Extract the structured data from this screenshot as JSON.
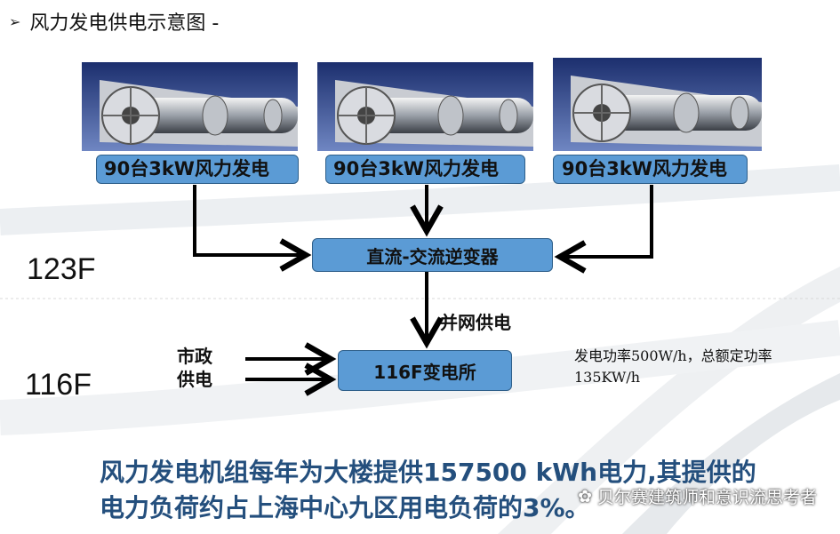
{
  "header": {
    "title": "风力发电供电示意图 -"
  },
  "generators": [
    {
      "label": "90台3kW风力发电",
      "turbine": "wind-turbine-image"
    },
    {
      "label": "90台3kW风力发电",
      "turbine": "wind-turbine-image"
    },
    {
      "label": "90台3kW风力发电",
      "turbine": "wind-turbine-image"
    }
  ],
  "nodes": {
    "inverter": "直流-交流逆变器",
    "substation": "116F变电所"
  },
  "edges": {
    "grid_label": "并网供电"
  },
  "floors": {
    "upper": "123F",
    "lower": "116F"
  },
  "municipal": {
    "line1": "市政",
    "line2": "供电"
  },
  "note": {
    "text": "发电功率500W/h，总额定功率135KW/h"
  },
  "summary": {
    "text": "风力发电机组每年为大楼提供157500 kWh电力,其提供的电力负荷约占上海中心九区用电负荷的3%。"
  },
  "watermark": {
    "text": "贝尔赛建筑师和意识流思考者"
  },
  "colors": {
    "box_fill": "#5b9bd5",
    "box_border": "#2e5f8a",
    "summary_text": "#244f7d"
  }
}
